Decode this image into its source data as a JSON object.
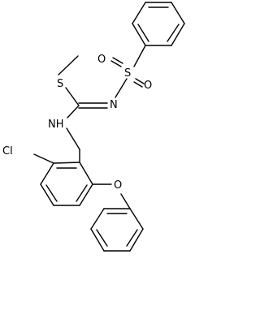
{
  "structure": {
    "atoms": {
      "sulfur_thioether": "S",
      "sulfur_sulfonyl": "S",
      "oxygen_sulfonyl_1": "O",
      "oxygen_sulfonyl_2": "O",
      "nitrogen_imine": "N",
      "nitrogen_amine": "NH",
      "chlorine": "Cl",
      "oxygen_ether": "O"
    }
  }
}
